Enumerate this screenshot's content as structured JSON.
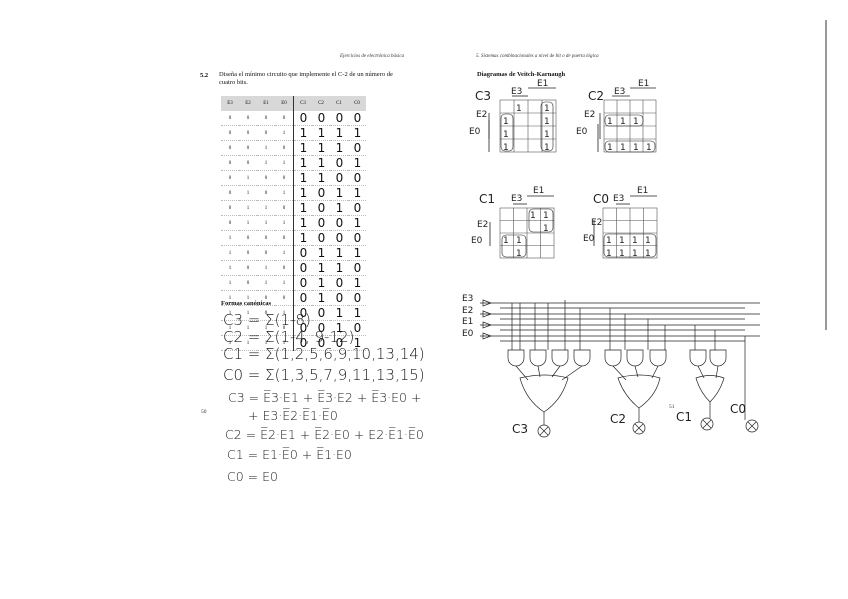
{
  "left_page": {
    "header": "Ejercicios de electrónica básica",
    "exercise_number": "5.2",
    "exercise_text": "Diseña el mínimo circuito que implemente el C-2 de un número de cuatro bits.",
    "table_headers": [
      "E3",
      "E2",
      "E1",
      "E0",
      "C3",
      "C2",
      "C1",
      "C0"
    ],
    "table_rows": [
      [
        "0",
        "0",
        "0",
        "0",
        "0",
        "0",
        "0",
        "0"
      ],
      [
        "0",
        "0",
        "0",
        "1",
        "1",
        "1",
        "1",
        "1"
      ],
      [
        "0",
        "0",
        "1",
        "0",
        "1",
        "1",
        "1",
        "0"
      ],
      [
        "0",
        "0",
        "1",
        "1",
        "1",
        "1",
        "0",
        "1"
      ],
      [
        "0",
        "1",
        "0",
        "0",
        "1",
        "1",
        "0",
        "0"
      ],
      [
        "0",
        "1",
        "0",
        "1",
        "1",
        "0",
        "1",
        "1"
      ],
      [
        "0",
        "1",
        "1",
        "0",
        "1",
        "0",
        "1",
        "0"
      ],
      [
        "0",
        "1",
        "1",
        "1",
        "1",
        "0",
        "0",
        "1"
      ],
      [
        "1",
        "0",
        "0",
        "0",
        "1",
        "0",
        "0",
        "0"
      ],
      [
        "1",
        "0",
        "0",
        "1",
        "0",
        "1",
        "1",
        "1"
      ],
      [
        "1",
        "0",
        "1",
        "0",
        "0",
        "1",
        "1",
        "0"
      ],
      [
        "1",
        "0",
        "1",
        "1",
        "0",
        "1",
        "0",
        "1"
      ],
      [
        "1",
        "1",
        "0",
        "0",
        "0",
        "1",
        "0",
        "0"
      ],
      [
        "1",
        "1",
        "0",
        "1",
        "0",
        "0",
        "1",
        "1"
      ],
      [
        "1",
        "1",
        "1",
        "0",
        "0",
        "0",
        "1",
        "0"
      ],
      [
        "1",
        "1",
        "1",
        "1",
        "0",
        "0",
        "0",
        "1"
      ]
    ],
    "section_title": "Formas canónicas",
    "canonical": [
      "C3 = Σ(1-8)",
      "C2 = Σ(1-4, 9-12)",
      "C1 = Σ(1,2,5,6,9,10,13,14)",
      "C0 = Σ(1,3,5,7,9,11,13,15)"
    ],
    "simplified": [
      "C3 = E̅3·E1 + E̅3·E2 + E̅3·E0 +",
      "+ E3·E̅2·E̅1·E̅0",
      "C2 = E̅2·E1 + E̅2·E0 + E2·E̅1·E̅0",
      "C1 = E1·E̅0 + E̅1·E0",
      "C0 = E0"
    ],
    "page_number": "50"
  },
  "right_page": {
    "header": "5. Sistemas combinacionales a nivel de bit o de puerta lógica",
    "section_title": "Diagramas de Veitch-Karnaugh",
    "kmaps": [
      {
        "output": "C3",
        "row_var": "E2",
        "col_var_top": "E1",
        "col_var_left": "E3",
        "side_var": "E0"
      },
      {
        "output": "C2",
        "row_var": "E2",
        "col_var_top": "E1",
        "col_var_left": "E3",
        "side_var": "E0"
      },
      {
        "output": "C1",
        "row_var": "E2",
        "col_var_top": "E1",
        "col_var_left": "E3",
        "side_var": "E0"
      },
      {
        "output": "C0",
        "row_var": "E2",
        "col_var_top": "E1",
        "col_var_left": "E3",
        "side_var": "E0"
      }
    ],
    "circuit_inputs": [
      "E3",
      "E2",
      "E1",
      "E0"
    ],
    "circuit_outputs": [
      "C3",
      "C2",
      "C1",
      "C0"
    ],
    "page_number": "51"
  }
}
